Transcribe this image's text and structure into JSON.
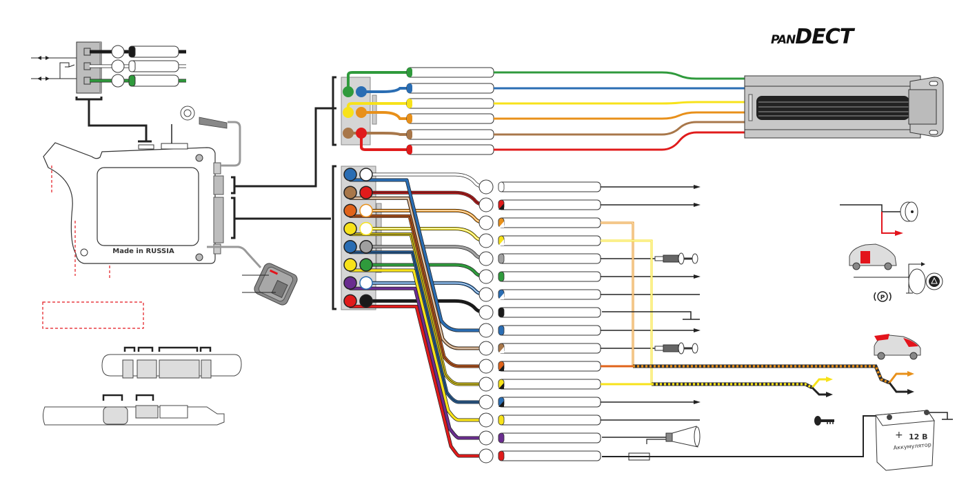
{
  "brand": {
    "prefix": "PAN",
    "suffix": "DECT"
  },
  "main_unit": {
    "label": "Made in RUSSIA"
  },
  "battery": {
    "voltage": "12 B",
    "label": "Аккумулятор",
    "plus_sign": "+"
  },
  "colors": {
    "green": "#2f9a3c",
    "blue": "#2a6db3",
    "yellow": "#f7e21a",
    "orange": "#e8901a",
    "brown": "#a8774a",
    "red": "#e01b1b",
    "black": "#1a1a1a",
    "white": "#ffffff",
    "gray": "#a0a0a0",
    "purple": "#6a2d8f",
    "dark_orange": "#e0631a",
    "connector_gray": "#d5d5d5",
    "accent_red": "#e3141c"
  },
  "can_connector": {
    "wires": [
      {
        "color": "green",
        "stripe": null
      },
      {
        "color": "blue",
        "stripe": null
      },
      {
        "color": "yellow",
        "stripe": null
      },
      {
        "color": "orange",
        "stripe": null
      },
      {
        "color": "brown",
        "stripe": null
      },
      {
        "color": "red",
        "stripe": null
      }
    ]
  },
  "main_connector": {
    "wires": [
      {
        "color": "white",
        "stripe": null,
        "end": "arrow"
      },
      {
        "color": "red",
        "stripe": "black",
        "end": "arrow"
      },
      {
        "color": "orange",
        "stripe": "white",
        "end": "to-twisted-orange"
      },
      {
        "color": "yellow",
        "stripe": "white",
        "end": "to-twisted-yellow"
      },
      {
        "color": "gray",
        "stripe": null,
        "end": "limit-switch"
      },
      {
        "color": "green",
        "stripe": null,
        "end": "arrow"
      },
      {
        "color": "blue",
        "stripe": "white",
        "end": "line"
      },
      {
        "color": "black",
        "stripe": null,
        "end": "ground"
      },
      {
        "color": "blue",
        "stripe": null,
        "end": "arrow"
      },
      {
        "color": "brown",
        "stripe": "white",
        "end": "limit-switch"
      },
      {
        "color": "dark_orange",
        "stripe": "black",
        "end": "twisted-orange"
      },
      {
        "color": "yellow",
        "stripe": "black",
        "end": "twisted-yellow"
      },
      {
        "color": "blue",
        "stripe": "black",
        "end": "arrow"
      },
      {
        "color": "yellow",
        "stripe": null,
        "end": "line"
      },
      {
        "color": "purple",
        "stripe": null,
        "end": "siren"
      },
      {
        "color": "red",
        "stripe": null,
        "end": "fuse-battery"
      }
    ]
  },
  "relay_connector": {
    "wires": [
      {
        "color": "black"
      },
      {
        "color": "white"
      },
      {
        "color": "green"
      }
    ]
  },
  "icons": [
    "buzzer-icon",
    "car-door-icon",
    "hazard-button-icon",
    "parking-brake-icon",
    "car-hood-icon",
    "key-icon",
    "battery-icon",
    "siren-icon",
    "limit-switch-icon",
    "ring-terminal-icon",
    "led-button-icon",
    "can-module-icon",
    "fuse-icon"
  ]
}
